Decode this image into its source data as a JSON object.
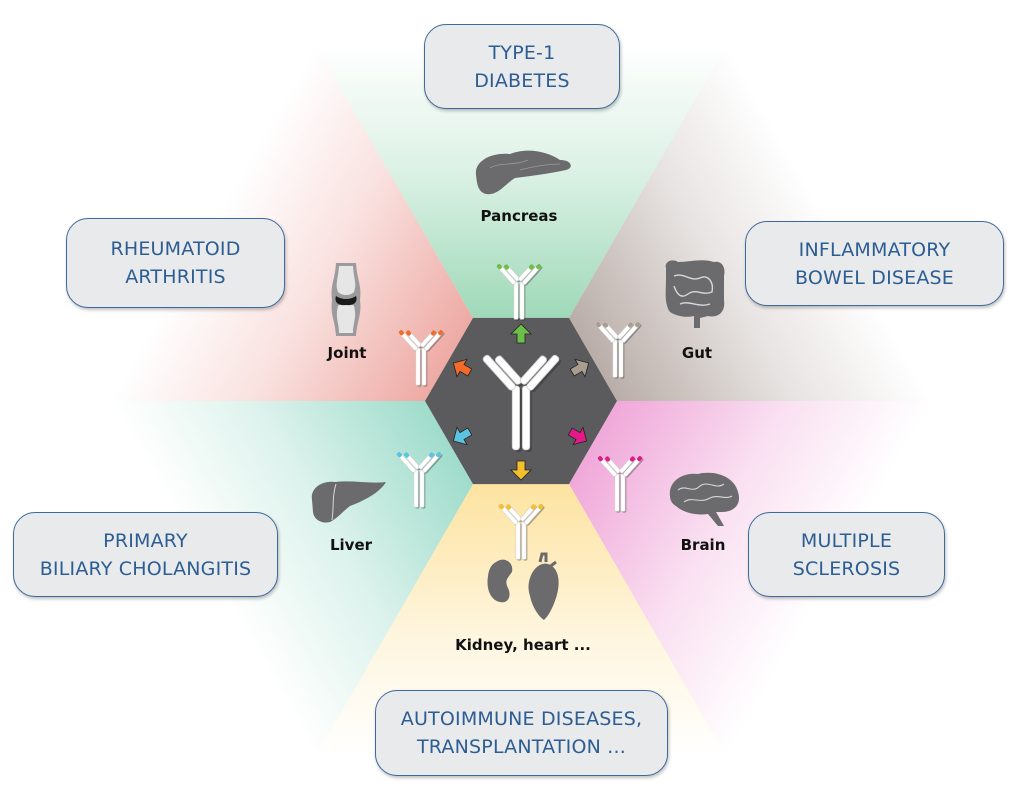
{
  "diagram": {
    "center": {
      "label": "central-antibody",
      "hexagon_color": "#5b5b5d"
    },
    "branches": [
      {
        "id": "pancreas",
        "organ_label": "Pancreas",
        "organ_icon": "pancreas-icon",
        "disease": [
          "TYPE-1",
          "DIABETES"
        ],
        "color": "#6cbf4a",
        "wedge_color": "#9fd9b8"
      },
      {
        "id": "gut",
        "organ_label": "Gut",
        "organ_icon": "intestine-icon",
        "disease": [
          "INFLAMMATORY",
          "BOWEL DISEASE"
        ],
        "color": "#a79e8f",
        "wedge_color": "#b9ada8"
      },
      {
        "id": "brain",
        "organ_label": "Brain",
        "organ_icon": "brain-icon",
        "disease": [
          "MULTIPLE",
          "SCLEROSIS"
        ],
        "color": "#e5188a",
        "wedge_color": "#f0a8d9"
      },
      {
        "id": "kidney-heart",
        "organ_label": "Kidney, heart ...",
        "organ_icon": "kidney-heart-icon",
        "disease": [
          "AUTOIMMUNE DISEASES,",
          "TRANSPLANTATION ..."
        ],
        "color": "#f5c02b",
        "wedge_color": "#fde3a0"
      },
      {
        "id": "liver",
        "organ_label": "Liver",
        "organ_icon": "liver-icon",
        "disease": [
          "PRIMARY",
          "BILIARY CHOLANGITIS"
        ],
        "color": "#5bc4e0",
        "wedge_color": "#9fdccb"
      },
      {
        "id": "joint",
        "organ_label": "Joint",
        "organ_icon": "joint-icon",
        "disease": [
          "RHEUMATOID",
          "ARTHRITIS"
        ],
        "color": "#f26b2a",
        "wedge_color": "#eeaaa4"
      }
    ]
  }
}
